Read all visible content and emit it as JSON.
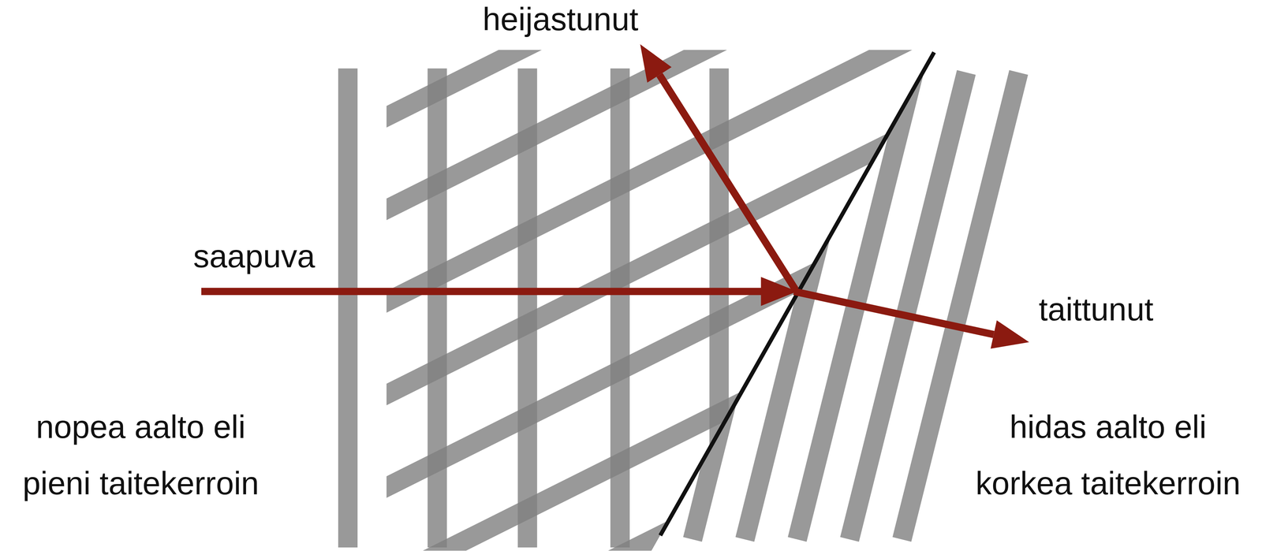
{
  "diagram": {
    "labels": [
      "heijastunut",
      "saapuva",
      "taittunut",
      "nopea aalto eli pieni taitekerroin",
      "hidas aalto eli korkea taitekerroin"
    ]
  }
}
